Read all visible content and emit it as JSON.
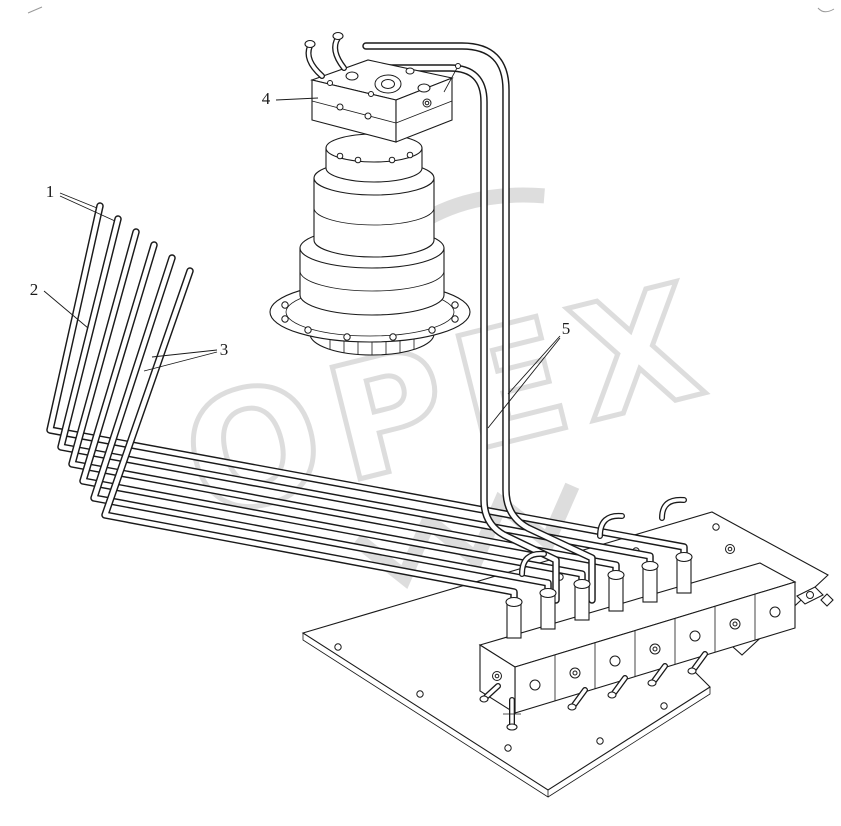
{
  "labels": {
    "part_1": "1",
    "part_2": "2",
    "part_3": "3",
    "part_4": "4",
    "part_5": "5"
  },
  "watermark": {
    "text": "OPEX"
  },
  "colors": {
    "line": "#1a1a1a",
    "watermark": "#bcbcbc",
    "background": "#ffffff"
  }
}
